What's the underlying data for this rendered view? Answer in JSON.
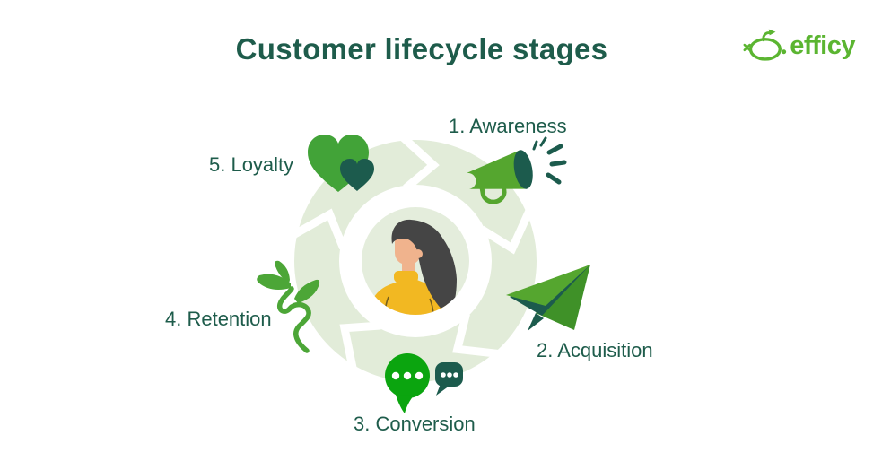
{
  "title": "Customer lifecycle stages",
  "brand": {
    "name": "efficy"
  },
  "stages": [
    {
      "label": "1. Awareness",
      "icon": "megaphone-icon"
    },
    {
      "label": "2. Acquisition",
      "icon": "paper-plane-icon"
    },
    {
      "label": "3. Conversion",
      "icon": "chat-bubbles-icon"
    },
    {
      "label": "4. Retention",
      "icon": "plant-sprout-icon"
    },
    {
      "label": "5. Loyalty",
      "icon": "hearts-icon"
    }
  ],
  "center": {
    "figure": "customer-avatar-woman"
  },
  "colors": {
    "background": "#FFFFFF",
    "text_dark_green": "#1E5C4B",
    "brand_green": "#5BB531",
    "icon_green": "#55A62F",
    "icon_dark_teal": "#1C5B4D",
    "chat_bubble_green": "#0BA50F",
    "heart_green": "#42A338",
    "plane_body_green": "#3F9128",
    "ring_pale_green": "#E2ECD9",
    "sweater_yellow": "#F2B822",
    "skin_tone": "#F0B38D",
    "hair_dark": "#454545"
  }
}
